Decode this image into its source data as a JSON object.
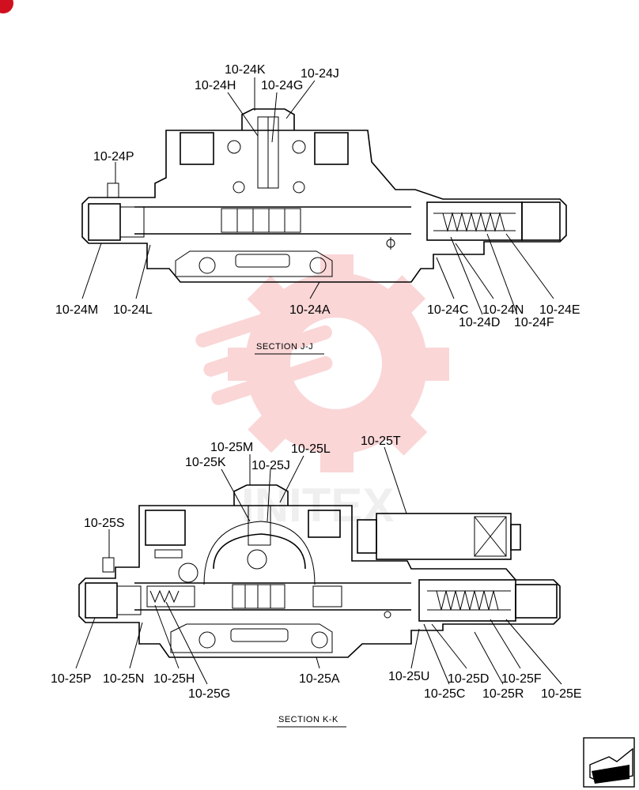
{
  "section_jj": {
    "caption": "SECTION  J-J",
    "labels": {
      "k24K": "10-24K",
      "k24H": "10-24H",
      "k24G": "10-24G",
      "k24J": "10-24J",
      "k24P": "10-24P",
      "k24M": "10-24M",
      "k24L": "10-24L",
      "k24A": "10-24A",
      "k24C": "10-24C",
      "k24N": "10-24N",
      "k24E": "10-24E",
      "k24D": "10-24D",
      "k24F": "10-24F"
    }
  },
  "section_kk": {
    "caption": "SECTION  K-K",
    "labels": {
      "k25M": "10-25M",
      "k25T": "10-25T",
      "k25K": "10-25K",
      "k25J": "10-25J",
      "k25L": "10-25L",
      "k25S": "10-25S",
      "k25P": "10-25P",
      "k25N": "10-25N",
      "k25H": "10-25H",
      "k25G": "10-25G",
      "k25A": "10-25A",
      "k25U": "10-25U",
      "k25D": "10-25D",
      "k25F": "10-25F",
      "k25C": "10-25C",
      "k25R": "10-25R",
      "k25E": "10-25E"
    }
  },
  "watermark": {
    "text": "INITEX",
    "color": "#e8202a"
  },
  "corner_badge": {
    "color": "#d0101e"
  }
}
